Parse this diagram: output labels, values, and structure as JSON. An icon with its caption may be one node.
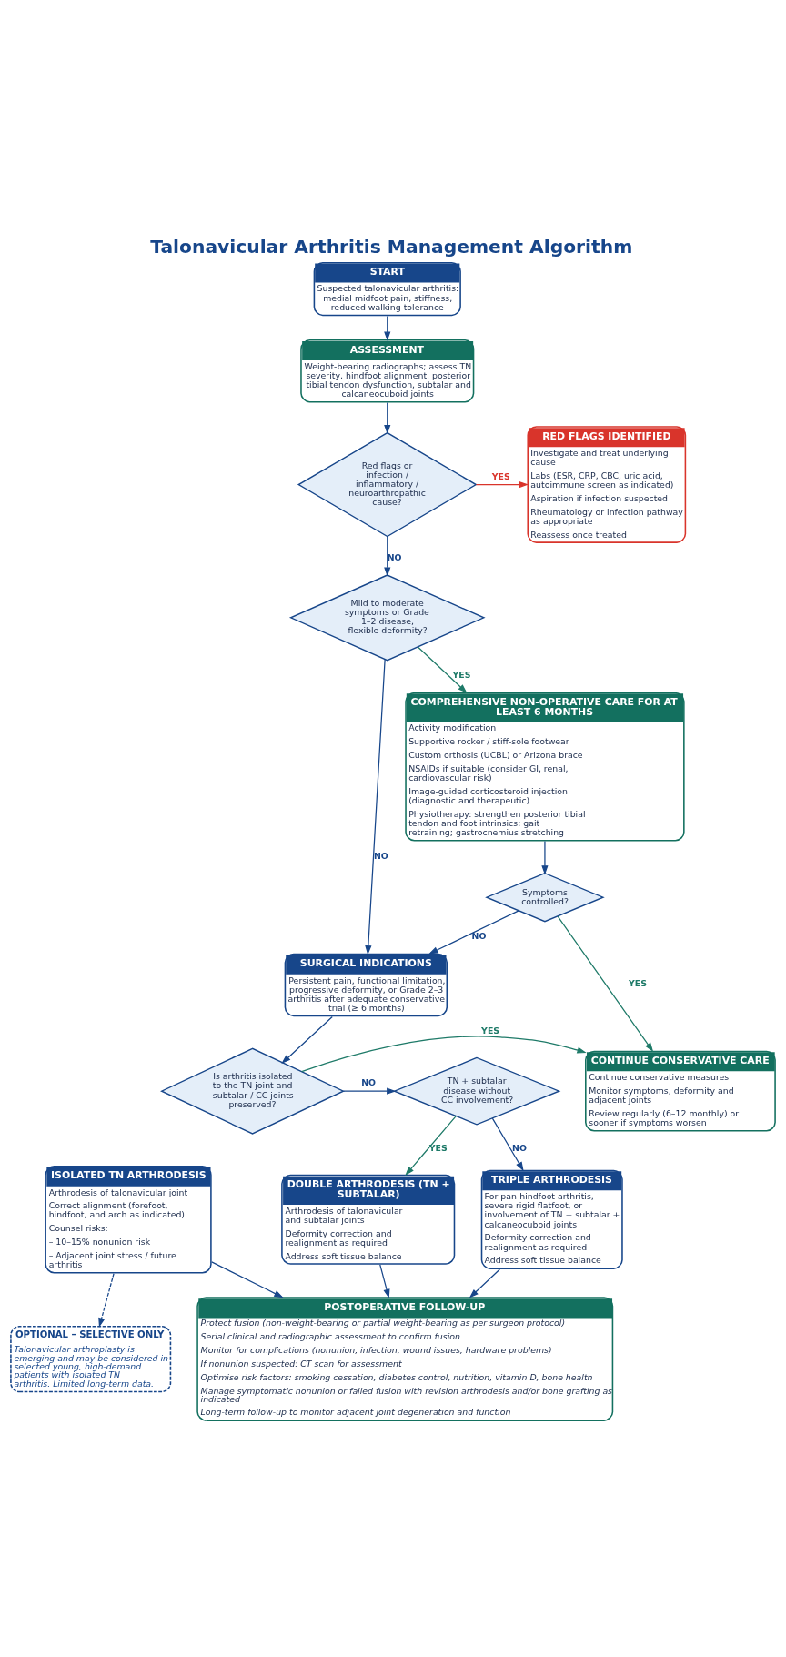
{
  "diagram": {
    "title": "Talonavicular Arthritis Management Algorithm",
    "nodes": [
      {
        "text": [
          "START",
          "Suspected talonavicular arthritis: medial midfoot pain, stiffness, reduced walking tolerance"
        ]
      },
      {
        "text": [
          "ASSESSMENT",
          "Weight-bearing radiographs; assess TN severity, hindfoot alignment, posterior tibial tendon dysfunction, subtalar and calcaneocuboid joints"
        ]
      },
      {
        "text": [
          "Red flags or infection / inflammatory / neuroarthropathic cause?"
        ]
      },
      {
        "text": [
          "RED FLAGS IDENTIFIED",
          "Investigate and treat underlying cause",
          "Labs (ESR, CRP, CBC, uric acid, autoimmune screen as indicated)",
          "Aspiration if infection suspected",
          "Rheumatology or infection pathway as appropriate",
          "Reassess once treated"
        ]
      },
      {
        "text": [
          "Mild to moderate symptoms or Grade 1–2 disease, flexible deformity?"
        ]
      },
      {
        "text": [
          "COMPREHENSIVE NON-OPERATIVE CARE FOR AT LEAST 6 MONTHS",
          "Activity modification",
          "Supportive rocker / stiff-sole footwear",
          "Custom orthosis (UCBL) or Arizona brace",
          "NSAIDs if suitable (consider GI, renal, cardiovascular risk)",
          "Image-guided corticosteroid injection (diagnostic and therapeutic)",
          "Physiotherapy: strengthen posterior tibial tendon and foot intrinsics; gait retraining; gastrocnemius stretching"
        ]
      },
      {
        "text": [
          "Symptoms controlled?"
        ]
      },
      {
        "text": [
          "SURGICAL INDICATIONS",
          "Persistent pain, functional limitation, progressive deformity, or Grade 2–3 arthritis after adequate conservative trial (≥ 6 months)"
        ]
      },
      {
        "text": [
          "CONTINUE CONSERVATIVE CARE",
          "Continue conservative measures",
          "Monitor symptoms, deformity and adjacent joints",
          "Review regularly (6–12 monthly) or sooner if symptoms worsen"
        ]
      },
      {
        "text": [
          "Is arthritis isolated to the TN joint and subtalar / CC joints preserved?"
        ]
      },
      {
        "text": [
          "TN + subtalar disease without CC involvement?"
        ]
      },
      {
        "text": [
          "ISOLATED TN ARTHRODESIS",
          "Arthrodesis of talonavicular joint",
          "Correct alignment (forefoot, hindfoot, and arch as indicated)",
          "Counsel risks:",
          "– 10–15% nonunion risk",
          "– Adjacent joint stress / future arthritis"
        ]
      },
      {
        "text": [
          "DOUBLE ARTHRODESIS (TN + SUBTALAR)",
          "Arthrodesis of talonavicular and subtalar joints",
          "Deformity correction and realignment as required",
          "Address soft tissue balance"
        ]
      },
      {
        "text": [
          "TRIPLE ARTHRODESIS",
          "For pan-hindfoot arthritis, severe rigid flatfoot, or involvement of TN + subtalar + calcaneocuboid joints",
          "Deformity correction and realignment as required",
          "Address soft tissue balance"
        ]
      },
      {
        "text": [
          "OPTIONAL – SELECTIVE ONLY",
          "Talonavicular arthroplasty is emerging and may be considered in selected young, high-demand patients with isolated TN arthritis. Limited long-term data."
        ]
      },
      {
        "text": [
          "POSTOPERATIVE FOLLOW-UP",
          "Protect fusion (non-weight-bearing or partial weight-bearing as per surgeon protocol)",
          "Serial clinical and radiographic assessment to confirm fusion",
          "Monitor for complications (nonunion, infection, wound issues, hardware problems)",
          "If nonunion suspected: CT scan for assessment",
          "Optimise risk factors: smoking cessation, diabetes control, nutrition, vitamin D, bone health",
          "Manage symptomatic nonunion or failed fusion with revision arthrodesis and/or bone grafting as indicated",
          "Long-term follow-up to monitor adjacent joint degeneration and function"
        ]
      }
    ],
    "edges": [
      {
        "from": 0,
        "to": 1,
        "arrow": "to"
      },
      {
        "from": 1,
        "to": 2,
        "arrow": "to"
      },
      {
        "from": 2,
        "to": 3,
        "arrow": "to",
        "label": "YES",
        "color": "#d9342b"
      },
      {
        "from": 2,
        "to": 4,
        "arrow": "to",
        "label": "NO"
      },
      {
        "from": 4,
        "to": 5,
        "arrow": "to",
        "label": "YES",
        "color": "#1e7a68"
      },
      {
        "from": 4,
        "to": 7,
        "arrow": "to",
        "label": "NO"
      },
      {
        "from": 5,
        "to": 6,
        "arrow": "to"
      },
      {
        "from": 6,
        "to": 7,
        "arrow": "to",
        "label": "NO"
      },
      {
        "from": 6,
        "to": 8,
        "arrow": "to",
        "label": "YES",
        "color": "#1e7a68"
      },
      {
        "from": 7,
        "to": 9,
        "arrow": "to"
      },
      {
        "from": 9,
        "to": 8,
        "arrow": "to",
        "label": "YES",
        "color": "#1e7a68"
      },
      {
        "from": 9,
        "to": 10,
        "arrow": "to",
        "label": "NO"
      },
      {
        "from": 10,
        "to": 12,
        "arrow": "to",
        "label": "YES",
        "color": "#1e7a68"
      },
      {
        "from": 10,
        "to": 13,
        "arrow": "to",
        "label": "NO"
      },
      {
        "from": 11,
        "to": 15,
        "arrow": "to"
      },
      {
        "from": 12,
        "to": 15,
        "arrow": "to"
      },
      {
        "from": 13,
        "to": 15,
        "arrow": "to"
      },
      {
        "from": 11,
        "to": 14,
        "arrow": "to",
        "style": "dashed"
      }
    ]
  }
}
